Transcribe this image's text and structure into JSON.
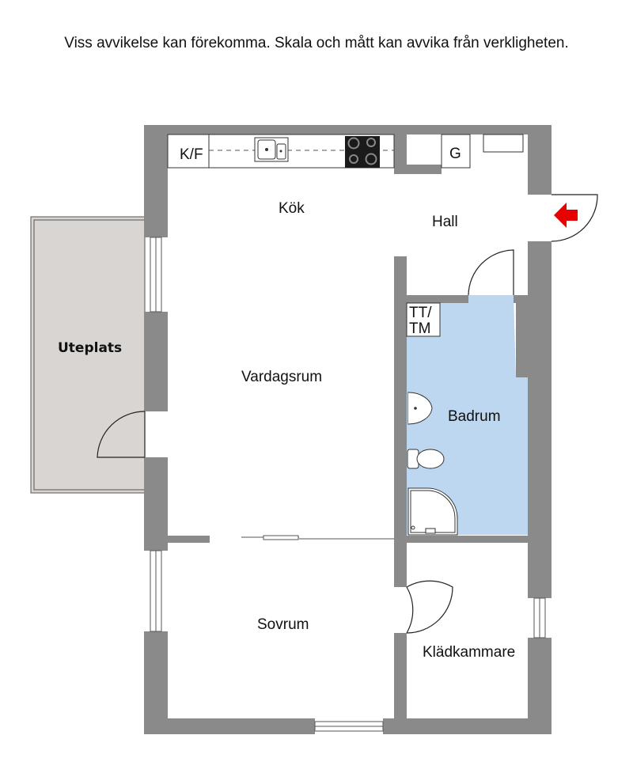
{
  "disclaimer": "Viss avvikelse kan förekomma. Skala och mått kan avvika från verkligheten.",
  "rooms": {
    "kok": "Kök",
    "hall": "Hall",
    "vardagsrum": "Vardagsrum",
    "badrum": "Badrum",
    "sovrum": "Sovrum",
    "kladkammare": "Klädkammare",
    "uteplats": "Uteplats"
  },
  "fixtures": {
    "kf": "K/F",
    "g": "G",
    "tt": "TT/",
    "tm": "TM"
  },
  "colors": {
    "wall": "#8a8a8a",
    "bathroom": "#bdd7f1",
    "terrace": "#d9d5d2",
    "entrance_arrow": "#e60000"
  },
  "icons": {
    "entrance": "entrance-arrow-icon"
  }
}
